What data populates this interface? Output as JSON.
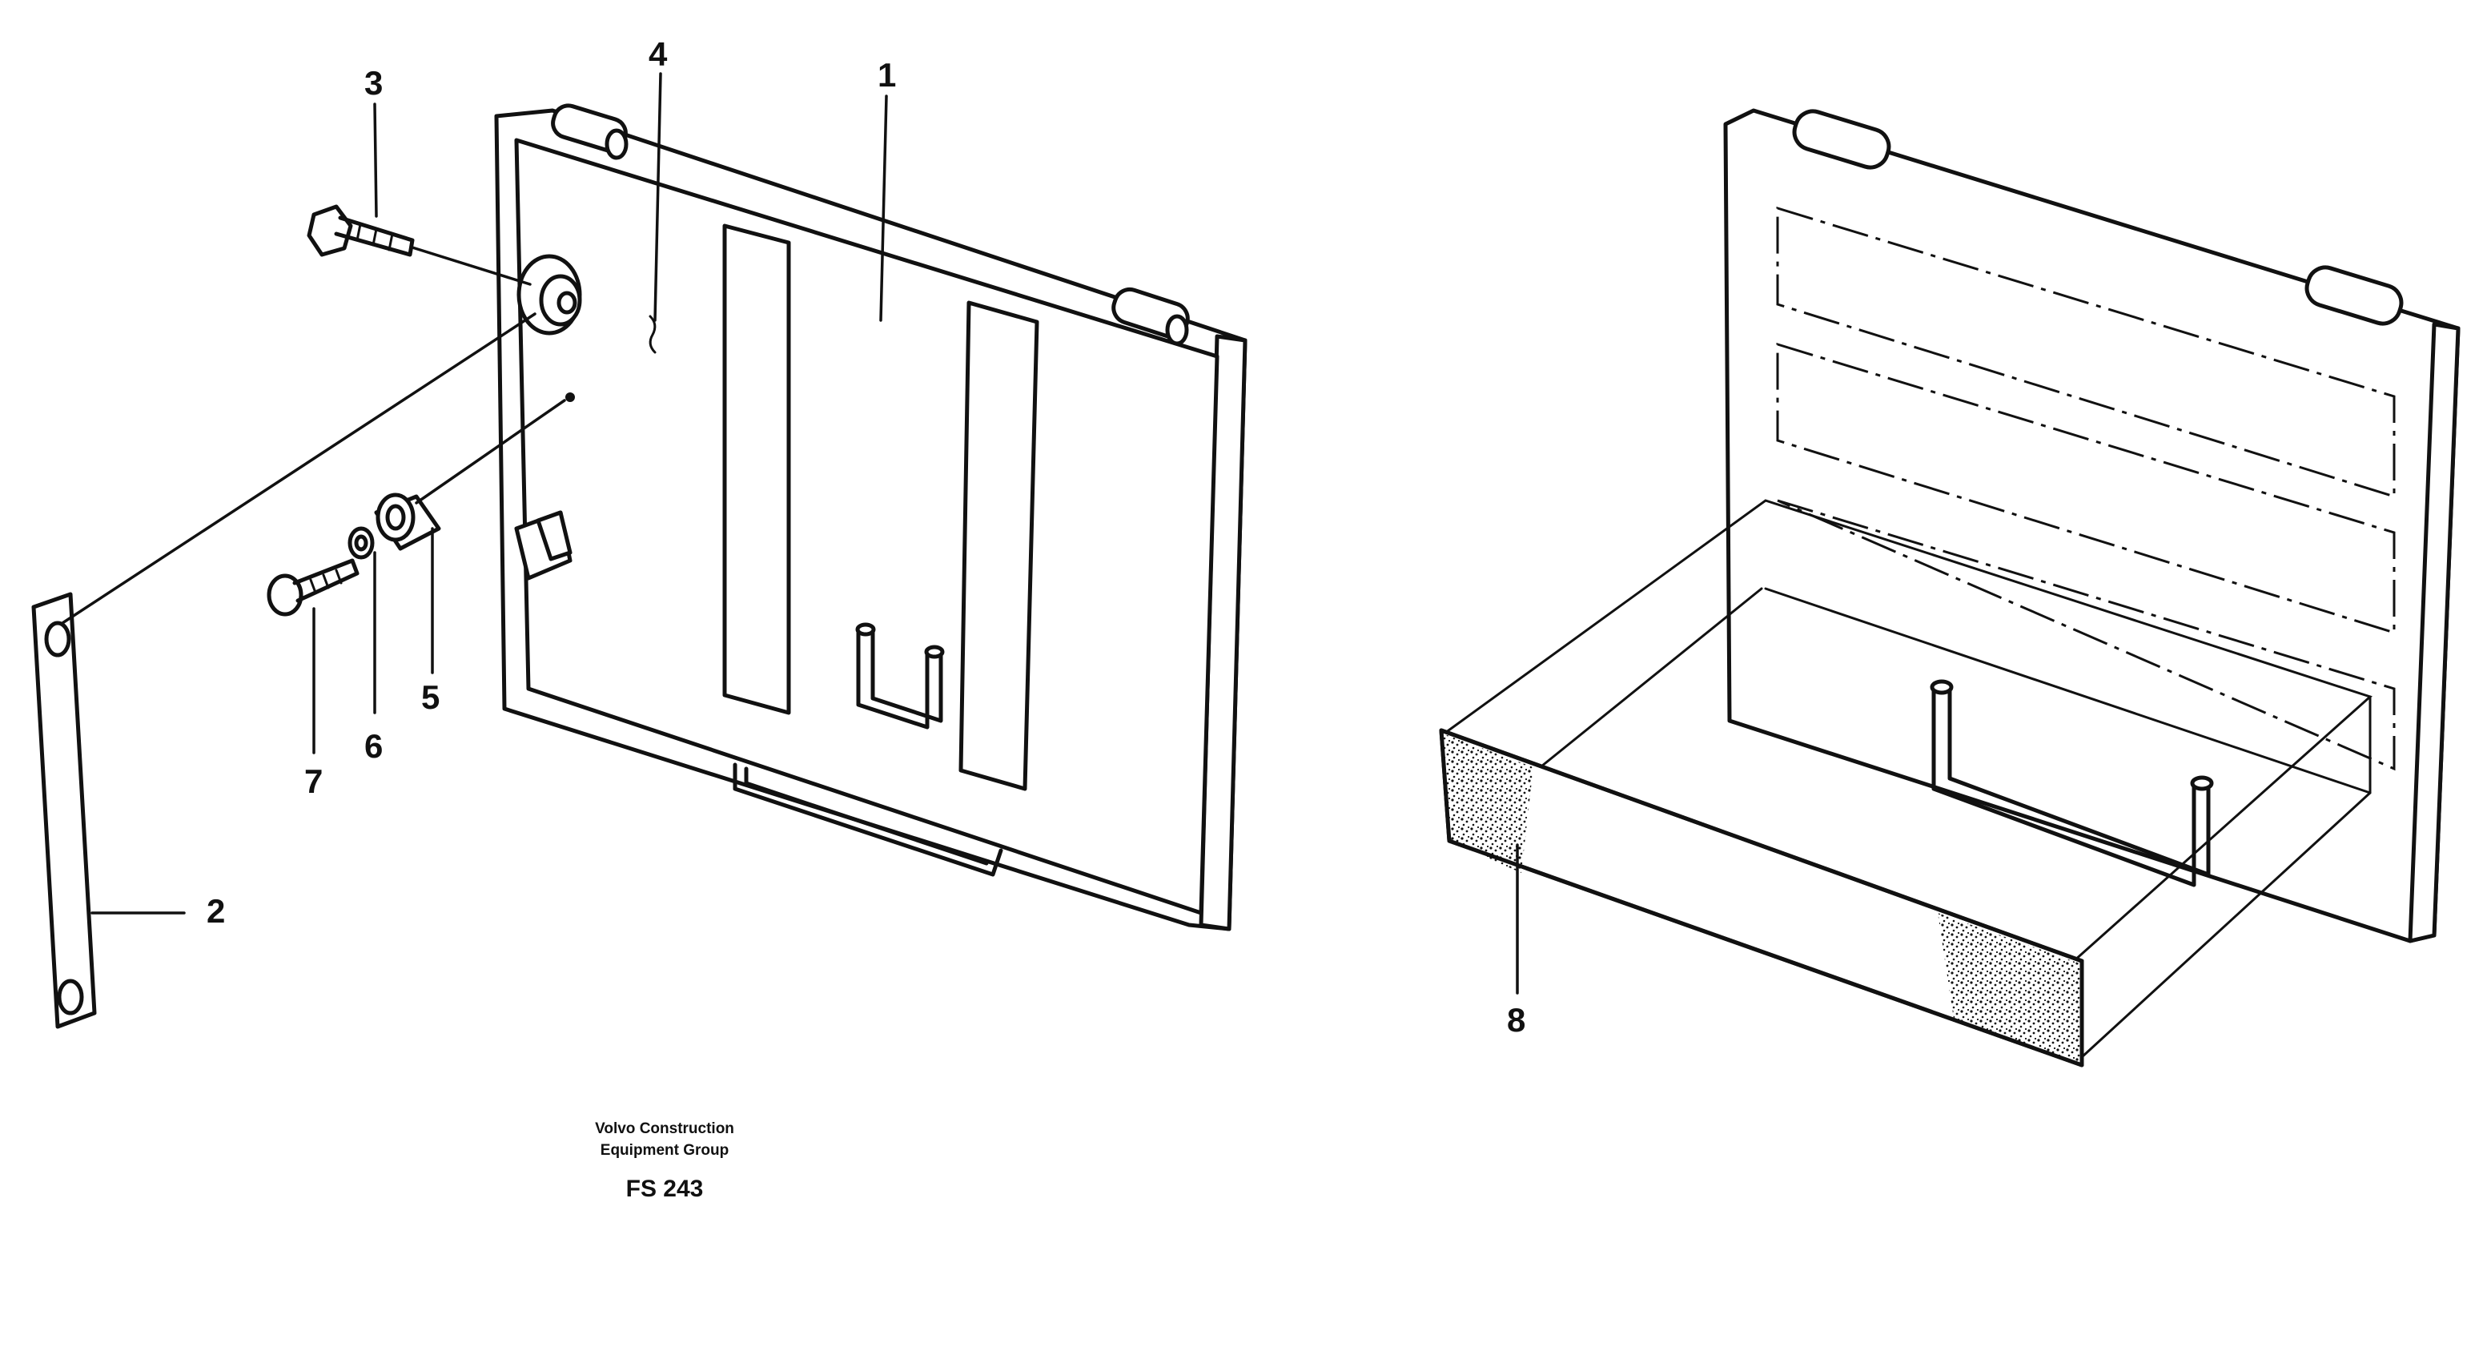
{
  "callouts": [
    {
      "id": "1",
      "label": "1"
    },
    {
      "id": "2",
      "label": "2"
    },
    {
      "id": "3",
      "label": "3"
    },
    {
      "id": "4",
      "label": "4"
    },
    {
      "id": "5",
      "label": "5"
    },
    {
      "id": "6",
      "label": "6"
    },
    {
      "id": "7",
      "label": "7"
    },
    {
      "id": "8",
      "label": "8"
    }
  ],
  "caption": {
    "company_line1": "Volvo Construction",
    "company_line2": "Equipment Group",
    "code": "FS 243"
  },
  "colors": {
    "ink": "#111111",
    "background": "#ffffff"
  }
}
